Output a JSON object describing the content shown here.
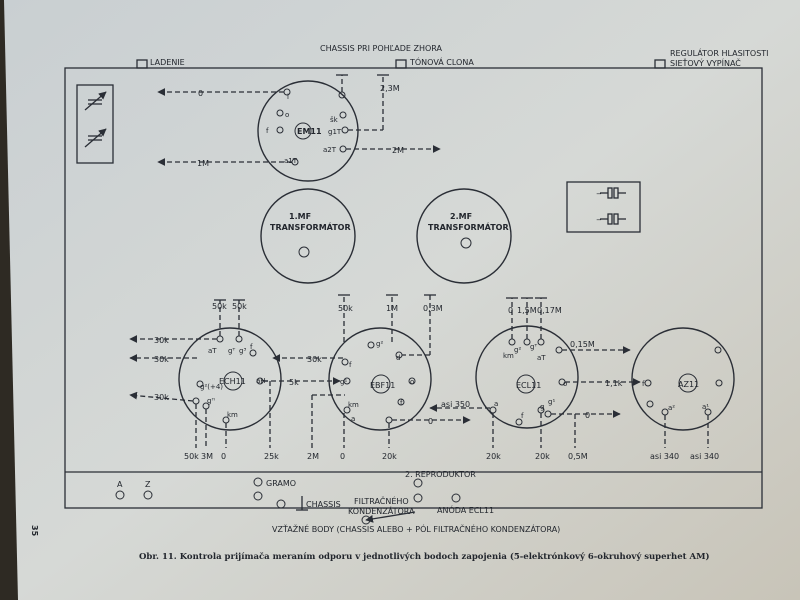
{
  "top_labels": {
    "chassis": "CHASSIS PRI POHĽADE ZHORA",
    "ladenie": "LADENIE",
    "tonova": "TÓNOVÁ CLONA",
    "regulator": "REGULÁTOR HLASITOSTI",
    "vypinac": "SIEŤOVÝ VYPÍNAČ"
  },
  "tubes": {
    "em11": "EM11",
    "ech11": "ECH11",
    "ebf11": "EBF11",
    "ecl11": "ECL11",
    "az11": "AZ11"
  },
  "mf1": {
    "line1": "1.MF",
    "line2": "TRANSFORMÁTOR"
  },
  "mf2": {
    "line1": "2.MF",
    "line2": "TRANSFORMÁTOR"
  },
  "resistances": {
    "r_0": "0",
    "r_1m": "1M",
    "r_23m": "2,3M",
    "r_2m": "2M",
    "r_30k_a": "30k",
    "r_30k_b": "30k",
    "r_30k_c": "30k",
    "r_50k_a": "50k",
    "r_50k_b": "50k",
    "r_50k_c": "50k",
    "r_1m_b": "1M",
    "r_03m": "0,3M",
    "r_0_b": "0",
    "r_15m": "1,5M",
    "r_017m": "0,17M",
    "r_015m": "0,15M",
    "r_5k": "5k",
    "r_11k": "1,1k",
    "r_asi350": "asi 350",
    "r_0_c": "0",
    "r_50k_bot": "50k",
    "r_3m": "3M",
    "r_0_bot1": "0",
    "r_25k": "25k",
    "r_2m_bot": "2M",
    "r_0_bot2": "0",
    "r_20k_a": "20k",
    "r_20k_b": "20k",
    "r_20k_c": "20k",
    "r_05m": "0,5M",
    "r_asi340_a": "asi 340",
    "r_asi340_b": "asi 340"
  },
  "pins": {
    "em_i": "i",
    "em_o": "o",
    "em_f": "f",
    "em_a1t": "a1T",
    "em_g1t": "g1T",
    "em_a2t": "a2T",
    "em_sk": "šk",
    "ech_at": "aT",
    "ech_gt": "gᵀ",
    "ech_g3": "g³",
    "ech_f": "f",
    "ech_ah": "aH",
    "ech_g2": "g²(+4)",
    "ech_gh": "gᴴ",
    "ech_km": "km",
    "ebf_g2": "g²",
    "ebf_d": "d",
    "ebf_g1": "g¹",
    "ebf_f1": "f",
    "ebf_o": "o",
    "ebf_km": "km",
    "ebf_f2": "f",
    "ebf_a": "a",
    "ecl_g2": "g²",
    "ecl_gt": "gᵀ",
    "ecl_km": "km",
    "ecl_at": "aT",
    "ecl_o": "o",
    "ecl_a": "a",
    "ecl_f": "f",
    "ecl_g": "g",
    "ecl_g1": "g¹",
    "az_f": "f",
    "az_a2": "a²",
    "az_a1": "a¹"
  },
  "bottom": {
    "a": "A",
    "z": "Z",
    "gramo": "GRAMO",
    "chassis": "CHASSIS",
    "reproduktor": "2. REPRODUKTOR",
    "filtr1": "FILTRAČNÉHO",
    "filtr2": "KONDENZÁTORA",
    "anoda": "ANÓDA ECL11",
    "vztazne": "VZŤAŽNÉ   BODY (CHASSIS ALEBO + PÓL FILTRAČNÉHO KONDENZÁTORA)"
  },
  "caption": "Obr. 11. Kontrola prijímača meraním odporu v jednotlivých bodoch zapojenia (5-elektrónkový 6-okruhový superhet AM)",
  "page_number": "35"
}
